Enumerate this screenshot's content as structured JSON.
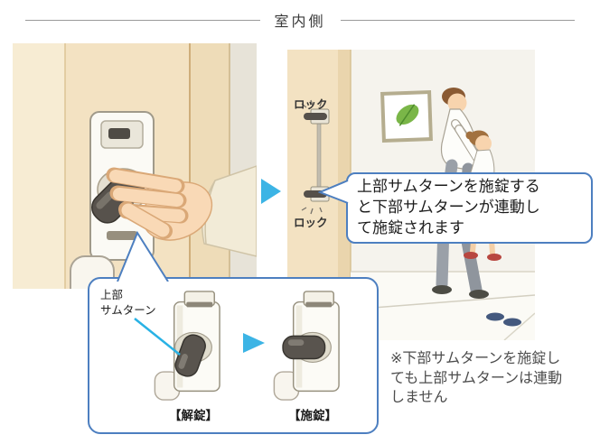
{
  "header": {
    "title": "室内側"
  },
  "right_scene": {
    "lock_label_top": "ロック",
    "lock_label_bottom": "ロック"
  },
  "speech_bubble": {
    "text": "上部サムターンを施錠する\nと下部サムターンが連動し\nて施錠されます"
  },
  "callout": {
    "label": "上部\nサムターン",
    "caption_unlocked": "【解錠】",
    "caption_locked": "【施錠】"
  },
  "note": {
    "text": "※下部サムターンを施錠し\nても上部サムターンは連動\nしません"
  },
  "icons": {
    "main_arrow": "arrow-right-icon",
    "callout_arrow": "arrow-right-icon",
    "pointer": "pointer-line-icon"
  },
  "colors": {
    "accent_blue": "#3cb4e5",
    "bubble_border": "#4d7fc0",
    "pointer_cyan": "#29b2e5",
    "door_beige": "#f3e2c2",
    "knob_gray": "#59544e"
  }
}
